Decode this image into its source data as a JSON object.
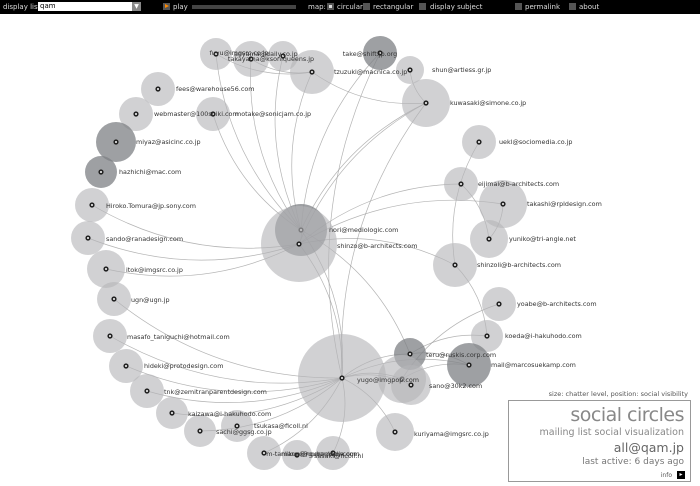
{
  "toolbar": {
    "display_list_label": "display list:",
    "display_list_value": "qam",
    "play_label": "play",
    "map_label": "map:",
    "circular_label": "circular",
    "rectangular_label": "rectangular",
    "display_subject_label": "display subject",
    "permalink_label": "permalink",
    "about_label": "about",
    "selected_map": "circular"
  },
  "size_note": "size: chatter level, position: social visibility",
  "info_box": {
    "title": "social circles",
    "subtitle": "mailing list social visualization",
    "list_address": "all@qam.jp",
    "last_active": "last active: 6 days ago",
    "info_label": "info"
  },
  "colors": {
    "bubble_fill": "#b4b5b8",
    "bubble_dark": "#7d8084",
    "edge": "#9a9a9a",
    "toolbar_bg": "#000000",
    "play_accent": "#ff8800"
  },
  "nodes": [
    {
      "label": "aoyama@daily.co.jp",
      "r": 16,
      "shade": 0.55
    },
    {
      "label": "fuyu@imgsrc.co.jp",
      "r": 18,
      "shade": 0.55
    },
    {
      "label": "takayama@ksonlqueens.jp",
      "r": 15,
      "shade": 0.55
    },
    {
      "label": "tzuzuki@macnica.co.jp",
      "r": 22,
      "shade": 0.55
    },
    {
      "label": "take@shift.jp.org",
      "r": 17,
      "shade": 0.8
    },
    {
      "label": "shun@artless.gr.jp",
      "r": 14,
      "shade": 0.55
    },
    {
      "label": "kuwasaki@simone.co.jp",
      "r": 24,
      "shade": 0.55
    },
    {
      "label": "fees@warehouse56.com",
      "r": 17,
      "shade": 0.55
    },
    {
      "label": "webmaster@100shiki.com",
      "r": 17,
      "shade": 0.55
    },
    {
      "label": "motake@sonicjam.co.jp",
      "r": 17,
      "shade": 0.55
    },
    {
      "label": "miyaz@asicinc.co.jp",
      "r": 20,
      "shade": 0.8
    },
    {
      "label": "uekl@sociomedia.co.jp",
      "r": 17,
      "shade": 0.55
    },
    {
      "label": "hazhichi@mac.com",
      "r": 16,
      "shade": 0.8
    },
    {
      "label": "eijimai@b-architects.com",
      "r": 17,
      "shade": 0.55
    },
    {
      "label": "takashi@rpldesign.com",
      "r": 24,
      "shade": 0.55
    },
    {
      "label": "Hiroko.Tomura@jp.sony.com",
      "r": 17,
      "shade": 0.55
    },
    {
      "label": "nori@mediologic.com",
      "r": 26,
      "shade": 0.8
    },
    {
      "label": "yuniko@tri-angle.net",
      "r": 19,
      "shade": 0.55
    },
    {
      "label": "shinzo@b-architects.com",
      "r": 38,
      "shade": 0.55
    },
    {
      "label": "sando@ranadesign.com",
      "r": 17,
      "shade": 0.55
    },
    {
      "label": "shinzoli@b-architects.com",
      "r": 22,
      "shade": 0.55
    },
    {
      "label": "itok@imgsrc.co.jp",
      "r": 19,
      "shade": 0.55
    },
    {
      "label": "ugn@ugn.jp",
      "r": 17,
      "shade": 0.55
    },
    {
      "label": "yoabe@b-architects.com",
      "r": 17,
      "shade": 0.55
    },
    {
      "label": "masafo_taniguchi@hotmail.com",
      "r": 17,
      "shade": 0.55
    },
    {
      "label": "koeda@i-hakuhodo.com",
      "r": 16,
      "shade": 0.55
    },
    {
      "label": "teru@ruskis.corp.com",
      "r": 16,
      "shade": 0.8
    },
    {
      "label": "mail@marcosuekamp.com",
      "r": 22,
      "shade": 0.8
    },
    {
      "label": "hideki@protodesign.com",
      "r": 17,
      "shade": 0.55
    },
    {
      "label": "yugo@imgpop.com",
      "r": 24,
      "shade": 0.55
    },
    {
      "label": "sano@30k2.com",
      "r": 20,
      "shade": 0.55
    },
    {
      "label": "",
      "r": 44,
      "shade": 0.55
    },
    {
      "label": "tnk@zemitranparentdesign.com",
      "r": 17,
      "shade": 0.55
    },
    {
      "label": "kaizawa@i-hakuhodo.com",
      "r": 16,
      "shade": 0.55
    },
    {
      "label": "sachi@ggsg.co.jp",
      "r": 16,
      "shade": 0.55
    },
    {
      "label": "tsukasa@ficoll.nl",
      "r": 16,
      "shade": 0.55
    },
    {
      "label": "kuriyama@imgsrc.co.jp",
      "r": 19,
      "shade": 0.55
    },
    {
      "label": "niikuni@gubzukipy.com",
      "r": 17,
      "shade": 0.55
    },
    {
      "label": "m-tamana@ngoromedia.com",
      "r": 17,
      "shade": 0.55
    },
    {
      "label": "sasaki@ficoll.nl",
      "r": 15,
      "shade": 0.55
    }
  ],
  "edges": [
    [
      16,
      6
    ],
    [
      16,
      3
    ],
    [
      16,
      4
    ],
    [
      16,
      0
    ],
    [
      16,
      9
    ],
    [
      16,
      18
    ],
    [
      18,
      6
    ],
    [
      18,
      13
    ],
    [
      18,
      14
    ],
    [
      18,
      20
    ],
    [
      18,
      31
    ],
    [
      16,
      31
    ],
    [
      18,
      21
    ],
    [
      18,
      15
    ],
    [
      16,
      26
    ],
    [
      31,
      6
    ],
    [
      31,
      4
    ],
    [
      31,
      26
    ],
    [
      31,
      27
    ],
    [
      31,
      29
    ],
    [
      31,
      30
    ],
    [
      31,
      36
    ],
    [
      31,
      32
    ],
    [
      31,
      24
    ],
    [
      31,
      33
    ],
    [
      31,
      34
    ],
    [
      31,
      37
    ],
    [
      31,
      38
    ],
    [
      26,
      27
    ],
    [
      26,
      25
    ],
    [
      29,
      27
    ],
    [
      29,
      23
    ],
    [
      20,
      25
    ],
    [
      20,
      11
    ],
    [
      6,
      3
    ],
    [
      6,
      5
    ],
    [
      3,
      1
    ],
    [
      3,
      0
    ],
    [
      14,
      17
    ],
    [
      13,
      17
    ],
    [
      16,
      1
    ],
    [
      18,
      19
    ],
    [
      31,
      28
    ],
    [
      31,
      22
    ],
    [
      16,
      2
    ]
  ]
}
